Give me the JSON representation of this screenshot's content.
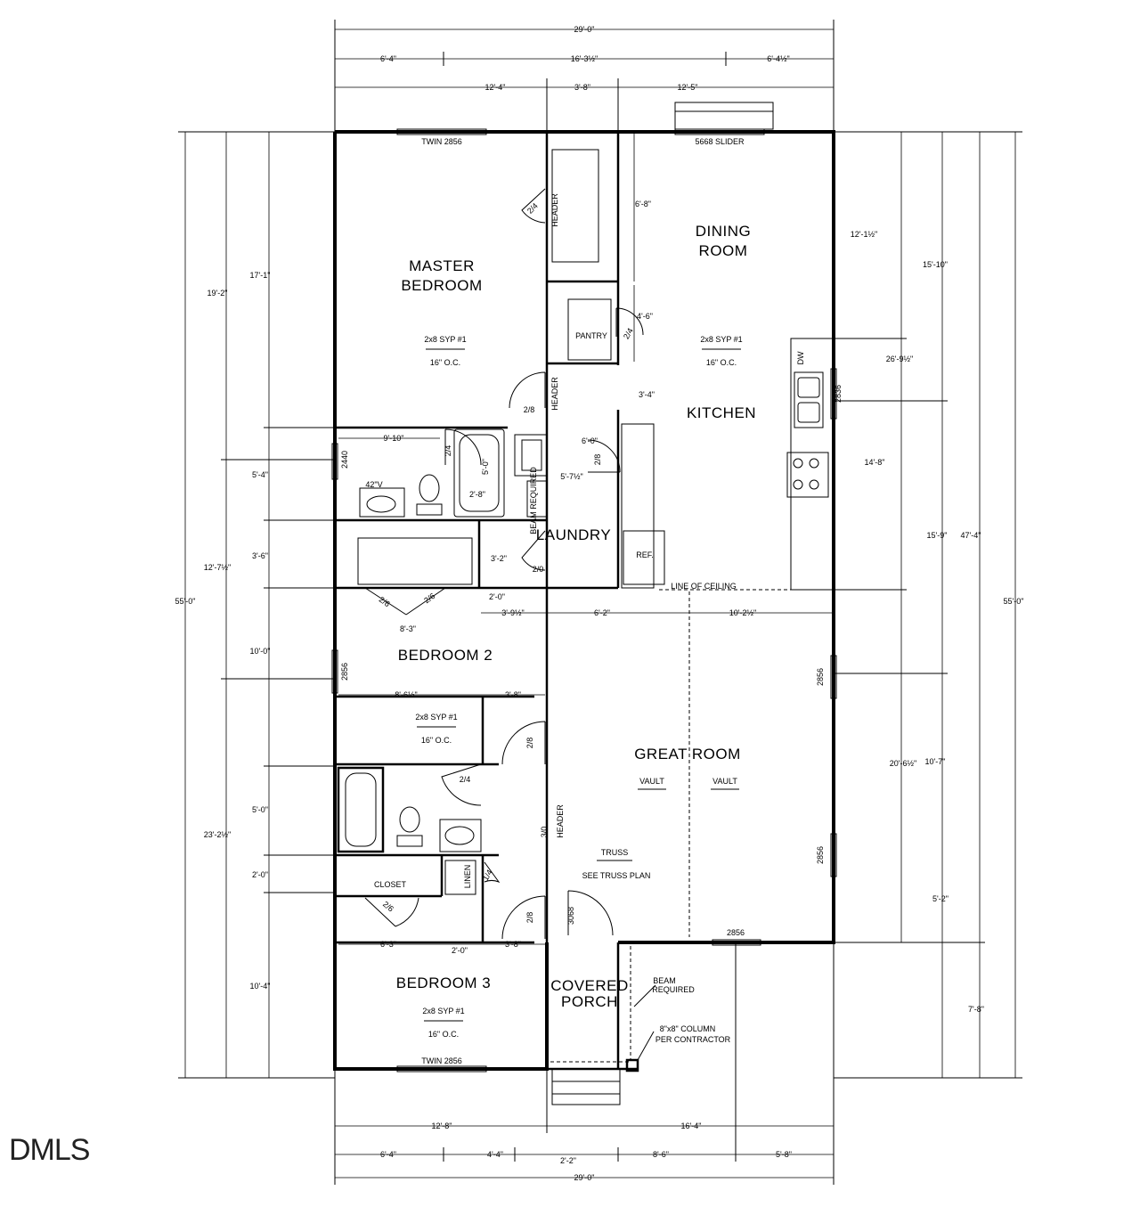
{
  "watermark": "DMLS",
  "rooms": {
    "master_line1": "MASTER",
    "master_line2": "BEDROOM",
    "dining_line1": "DINING",
    "dining_line2": "ROOM",
    "kitchen": "KITCHEN",
    "laundry": "LAUNDRY",
    "bedroom2": "BEDROOM 2",
    "great_room": "GREAT ROOM",
    "bedroom3": "BEDROOM 3",
    "porch_line1": "COVERED",
    "porch_line2": "PORCH",
    "pantry": "PANTRY",
    "closet": "CLOSET",
    "linen": "LINEN"
  },
  "notes": {
    "joist": "2x8 SYP #1",
    "oc": "16\" O.C.",
    "vault": "VAULT",
    "truss": "TRUSS",
    "see_truss": "SEE TRUSS PLAN",
    "line_of_ceiling": "LINE OF CEILING",
    "beam_line1": "BEAM",
    "beam_line2": "REQUIRED",
    "column_line1": "8\"x8\" COLUMN",
    "column_line2": "PER CONTRACTOR",
    "header": "HEADER",
    "wh": "42\"V",
    "ref": "REF.",
    "dw": "DW",
    "beam_req": "BEAM REQUIRED"
  },
  "windows": {
    "twin_top": "TWIN 2856",
    "slider": "5668 SLIDER",
    "twin_bottom": "TWIN 2856",
    "w2440": "2440",
    "w2856_bed2": "2856",
    "w2856_great_a": "2856",
    "w2856_great_b": "2856",
    "w2856_bottom": "2856",
    "w2836": "2836",
    "door3068": "3068"
  },
  "doors": {
    "d24_master": "2/4",
    "d28_master": "2/8",
    "d24_pantry": "2/4",
    "d28_kitchen": "2/8",
    "d24_bath": "2/4",
    "d26_a": "2/6",
    "d26_b": "2/6",
    "d20": "2/0",
    "d28_bed2": "2/8",
    "d24_bath2": "2/4",
    "d30": "3/0",
    "d14": "1/4",
    "d26_closet": "2/6",
    "d28_bed3": "2/8"
  },
  "dims_top": {
    "overall": "29'-0\"",
    "a": "6'-4\"",
    "b": "16'-3½\"",
    "c": "6'-4½\"",
    "d": "12'-4\"",
    "e": "3'-8\"",
    "f": "12'-5\""
  },
  "dims_bottom": {
    "a": "12'-8\"",
    "b": "16'-4\"",
    "c": "6'-4\"",
    "d": "4'-4\"",
    "e": "2'-2\"",
    "f": "8'-6\"",
    "g": "5'-8\"",
    "overall": "29'-0\""
  },
  "dims_left": {
    "overall": "55'-0\"",
    "a": "19'-2\"",
    "b": "17'-1\"",
    "c": "5'-4\"",
    "d": "3'-6\"",
    "e": "12'-7½\"",
    "f": "10'-0\"",
    "g": "23'-2½\"",
    "h": "5'-0\"",
    "i": "2'-0\"",
    "j": "10'-4\""
  },
  "dims_right": {
    "overall": "55'-0\"",
    "a": "15'-10\"",
    "b": "12'-1½\"",
    "c": "26'-9½\"",
    "d": "14'-8\"",
    "e": "15'-9\"",
    "f": "47'-4\"",
    "g": "20'-6½\"",
    "h": "10'-7\"",
    "i": "5'-2\"",
    "j": "7'-8\""
  },
  "dims_interior": {
    "a": "6'-8\"",
    "b": "4'-6\"",
    "c": "3'-4\"",
    "d": "9'-10\"",
    "e": "5'-0\"",
    "f": "2'-8\"",
    "g": "6'-0\"",
    "h": "5'-7½\"",
    "i": "3'-2\"",
    "j": "2'-0\"",
    "k": "8'-3\"",
    "l": "3'-9½\"",
    "m": "6'-2\"",
    "n": "10'-2½\"",
    "o": "8'-6½\"",
    "p": "3'-8\"",
    "q": "6'-3\"",
    "r": "2'-0\"",
    "s": "3'-8\""
  }
}
